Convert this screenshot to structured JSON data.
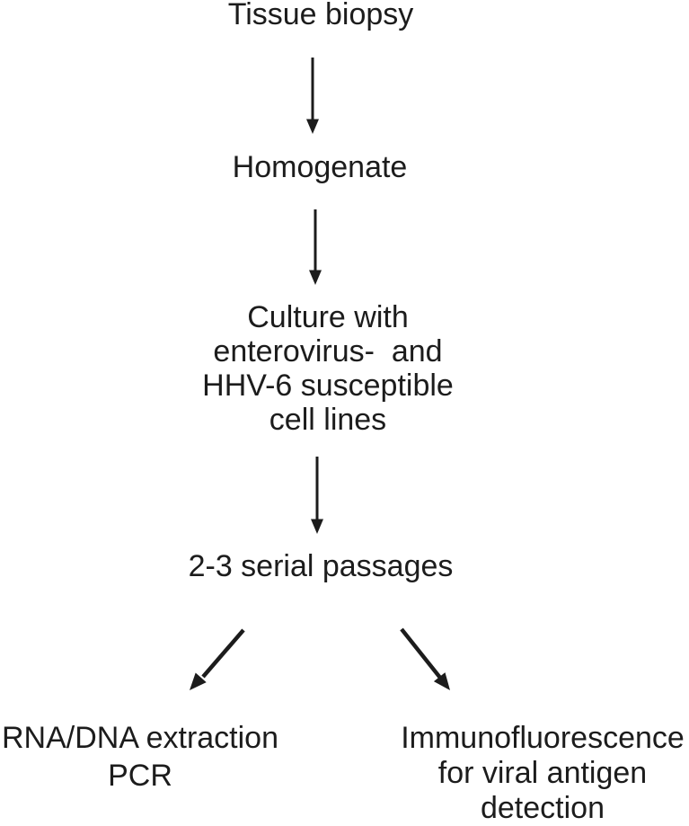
{
  "figure": {
    "background_color": "#ffffff",
    "ink_color": "#1c1c1c",
    "nodes": [
      {
        "id": "tissue-biopsy",
        "label": "Tissue biopsy"
      },
      {
        "id": "homogenate",
        "label": "Homogenate"
      },
      {
        "id": "culture",
        "label": "Culture with\nenterovirus-  and\nHHV-6 susceptible\ncell lines"
      },
      {
        "id": "serial-passages",
        "label": "2-3 serial passages"
      },
      {
        "id": "rna-dna-extraction",
        "label": "RNA/DNA extraction\nPCR"
      },
      {
        "id": "immunofluorescence",
        "label": "Immunofluorescence\nfor viral antigen\ndetection"
      }
    ],
    "edges": [
      {
        "from": "tissue-biopsy",
        "to": "homogenate",
        "direction": "down"
      },
      {
        "from": "homogenate",
        "to": "culture",
        "direction": "down"
      },
      {
        "from": "culture",
        "to": "serial-passages",
        "direction": "down"
      },
      {
        "from": "serial-passages",
        "to": "rna-dna-extraction",
        "direction": "down-left"
      },
      {
        "from": "serial-passages",
        "to": "immunofluorescence",
        "direction": "down-right"
      }
    ]
  }
}
